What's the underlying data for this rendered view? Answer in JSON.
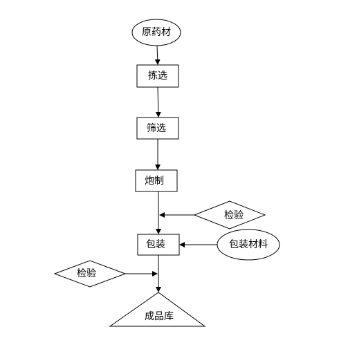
{
  "nodes": {
    "raw_material": "原药材",
    "picking": "拣选",
    "sieving": "筛选",
    "processing": "炮制",
    "inspection_right": "检验",
    "packaging": "包装",
    "packaging_materials": "包装材料",
    "inspection_left": "检验",
    "warehouse": "成品库"
  },
  "colors": {
    "stroke": "#000000",
    "fill": "#ffffff",
    "text": "#000000"
  }
}
